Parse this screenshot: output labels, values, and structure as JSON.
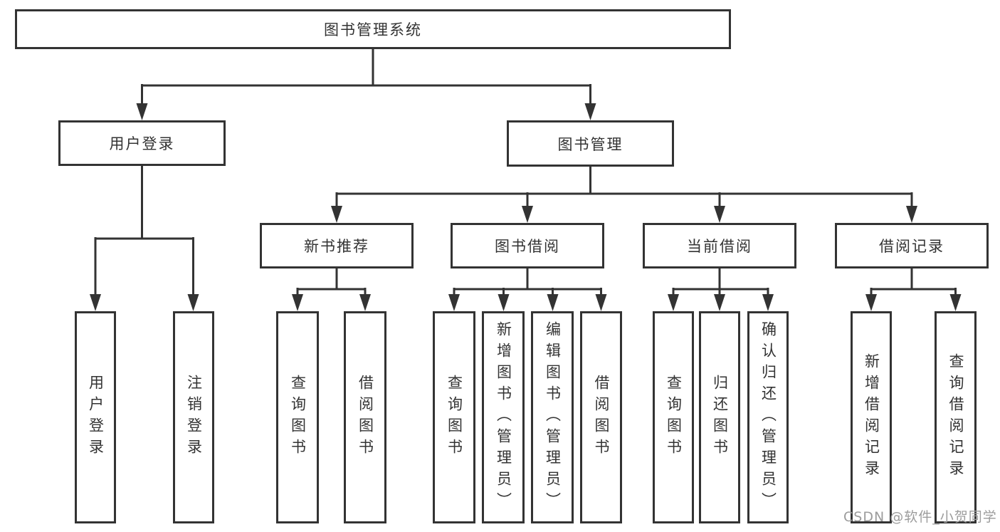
{
  "diagram": {
    "type": "hierarchy-tree",
    "title": "图书管理系统",
    "colors": {
      "line": "#333333",
      "text": "#333333",
      "box_fill": "#ffffff",
      "background": "#ffffff"
    },
    "nodes": {
      "root": {
        "label": "图书管理系统"
      },
      "login": {
        "label": "用户登录"
      },
      "manage": {
        "label": "图书管理"
      },
      "recommend": {
        "label": "新书推荐"
      },
      "borrow": {
        "label": "图书借阅"
      },
      "current": {
        "label": "当前借阅"
      },
      "records": {
        "label": "借阅记录"
      },
      "login_user": {
        "label": "用户登录"
      },
      "login_logout": {
        "label": "注销登录"
      },
      "rec_query": {
        "label": "查询图书"
      },
      "rec_borrow": {
        "label": "借阅图书"
      },
      "bor_query": {
        "label": "查询图书"
      },
      "bor_add": {
        "label": "新增图书（管理员）"
      },
      "bor_edit": {
        "label": "编辑图书（管理员）"
      },
      "bor_lend": {
        "label": "借阅图书"
      },
      "cur_query": {
        "label": "查询图书"
      },
      "cur_return": {
        "label": "归还图书"
      },
      "cur_confirm": {
        "label": "确认归还（管理员）"
      },
      "rcd_add": {
        "label": "新增借阅记录"
      },
      "rcd_query": {
        "label": "查询借阅记录"
      }
    },
    "edges": [
      [
        "root",
        "login"
      ],
      [
        "root",
        "manage"
      ],
      [
        "login",
        "login_user"
      ],
      [
        "login",
        "login_logout"
      ],
      [
        "manage",
        "recommend"
      ],
      [
        "manage",
        "borrow"
      ],
      [
        "manage",
        "current"
      ],
      [
        "manage",
        "records"
      ],
      [
        "recommend",
        "rec_query"
      ],
      [
        "recommend",
        "rec_borrow"
      ],
      [
        "borrow",
        "bor_query"
      ],
      [
        "borrow",
        "bor_add"
      ],
      [
        "borrow",
        "bor_edit"
      ],
      [
        "borrow",
        "bor_lend"
      ],
      [
        "current",
        "cur_query"
      ],
      [
        "current",
        "cur_return"
      ],
      [
        "current",
        "cur_confirm"
      ],
      [
        "records",
        "rcd_add"
      ],
      [
        "records",
        "rcd_query"
      ]
    ],
    "watermark": {
      "text": "CSDN @软件_小贺同学",
      "color": "#9c9c9c"
    }
  }
}
